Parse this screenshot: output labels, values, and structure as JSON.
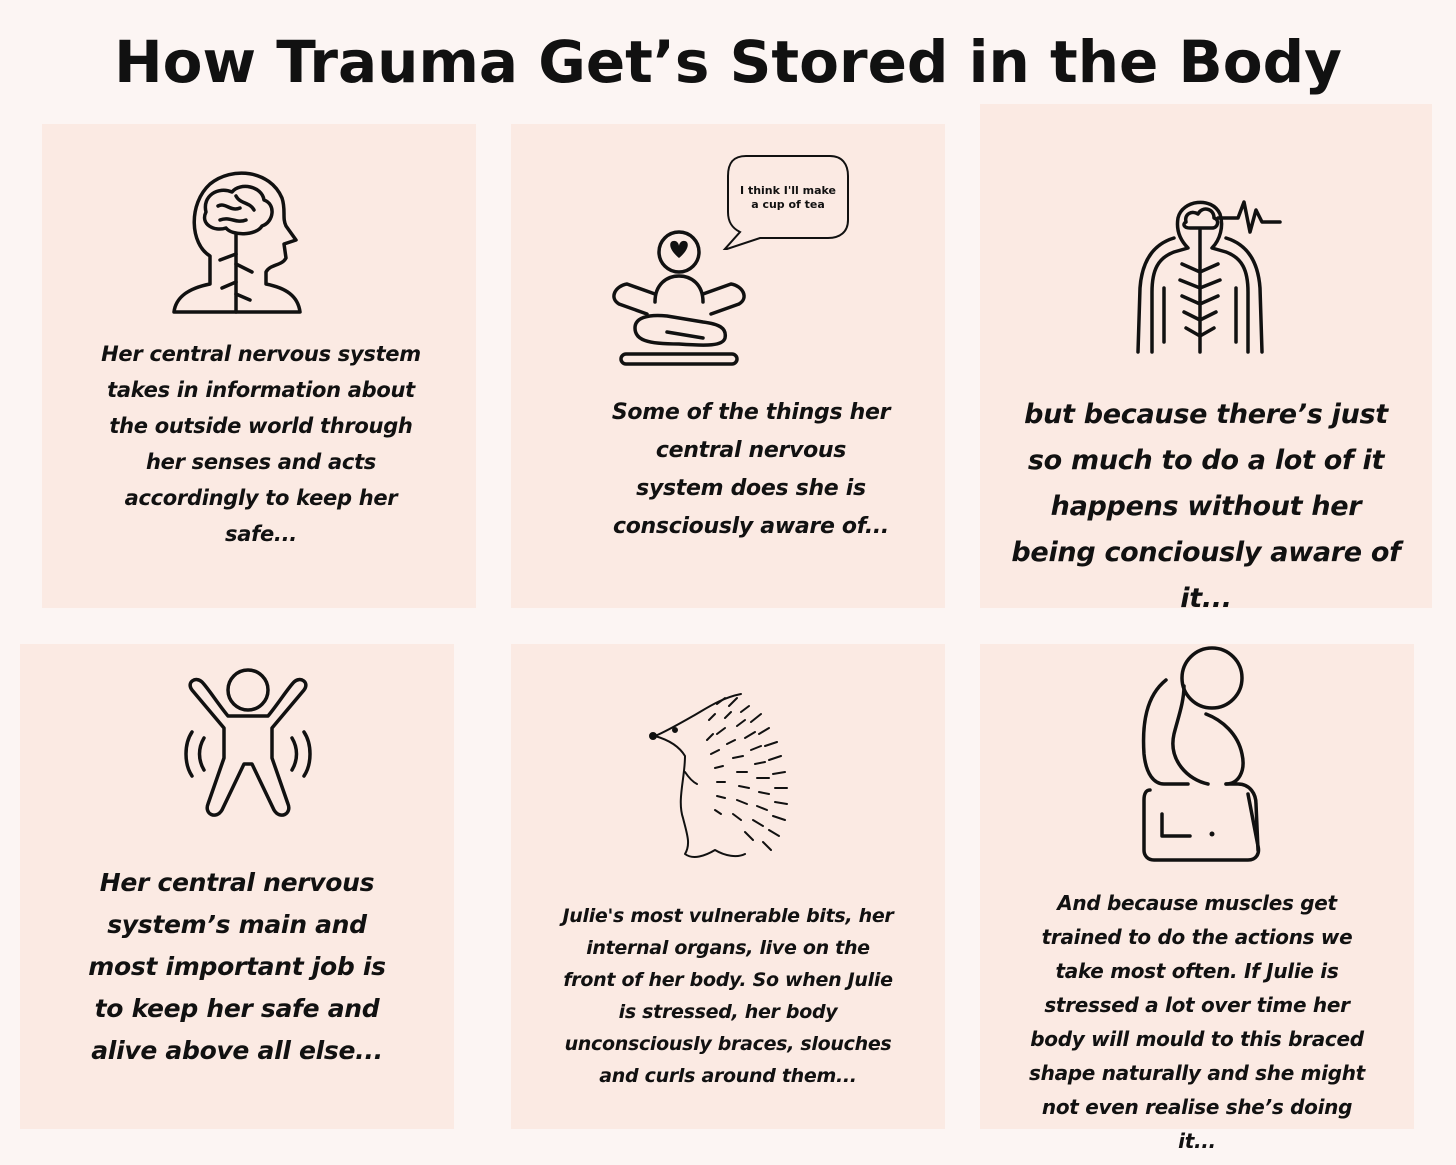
{
  "title": "How Trauma Get’s Stored in the Body",
  "panels": [
    {
      "icon": "head-brain-icon",
      "caption": "Her central nervous system takes in information about the outside world through her senses and acts accordingly to keep her safe..."
    },
    {
      "icon": "meditating-person-icon",
      "speech": "I think I'll make a cup of tea",
      "caption": "Some of the things her central nervous system does she is consciously aware of..."
    },
    {
      "icon": "nervous-system-torso-icon",
      "caption": "but because there’s just so much to do a lot of it happens without her being conciously aware of it..."
    },
    {
      "icon": "alert-person-icon",
      "caption": "Her central nervous system’s main and most important job is to keep her safe and alive above all else..."
    },
    {
      "icon": "hedgehog-icon",
      "caption": "Julie's most vulnerable bits, her internal organs, live on the front of her body. So when Julie is stressed, her body unconsciously braces, slouches and curls around them..."
    },
    {
      "icon": "slouched-sitting-person-icon",
      "caption": "And because muscles get trained to do the actions we take most often. If Julie is stressed a lot over time her body will mould to this braced shape naturally and she might not even realise she’s doing it..."
    }
  ]
}
